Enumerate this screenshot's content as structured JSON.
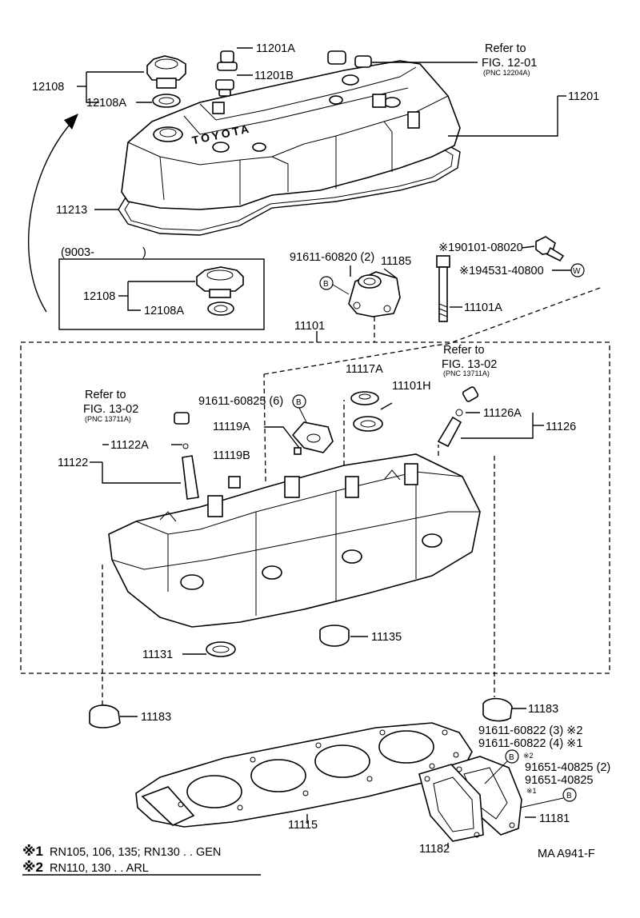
{
  "labels": {
    "p11201A": "11201A",
    "p11201B": "11201B",
    "p12108": "12108",
    "p12108A": "12108A",
    "refer1a": "Refer to",
    "refer1b": "FIG. 12-01",
    "refer1c": "(PNC 12204A)",
    "p11201": "11201",
    "p11213": "11213",
    "p9003": "(9003-",
    "p9003close": ")",
    "p12108b": "12108",
    "p12108Ab": "12108A",
    "p91611_60820": "91611-60820 (2)",
    "p11185": "11185",
    "p190101": "※190101-08020",
    "p194531": "※194531-40800",
    "p11101A": "11101A",
    "p11101": "11101",
    "refer2a": "Refer to",
    "refer2b": "FIG. 13-02",
    "refer2c": "(PNC 13711A)",
    "p11117A": "11117A",
    "p11101H": "11101H",
    "refer3a": "Refer to",
    "refer3b": "FIG. 13-02",
    "refer3c": "(PNC 13711A)",
    "p91611_60825": "91611-60825 (6)",
    "p11126A": "11126A",
    "p11126": "11126",
    "p11119A": "11119A",
    "p11122A": "11122A",
    "p11122": "11122",
    "p11119B": "11119B",
    "p11135": "11135",
    "p11131": "11131",
    "p11183a": "11183",
    "p11183b": "11183",
    "p91611_60822_3": "91611-60822 (3) ※2",
    "p91611_60822_4": "91611-60822 (4) ※1",
    "mark2a": "※2",
    "p91651_2": "91651-40825 (2)",
    "p91651": "91651-40825",
    "mark1a": "※1",
    "p11181": "11181",
    "p11115": "11115",
    "p11182": "11182",
    "code": "MA A941-F"
  },
  "markers": {
    "bolt": "B",
    "washer": "W",
    "toyota_logo": "TOYOTA"
  },
  "footnotes": [
    {
      "mark": "※1",
      "text": "RN105, 106, 135; RN130 . . GEN"
    },
    {
      "mark": "※2",
      "text": "RN110, 130 . . ARL"
    }
  ]
}
